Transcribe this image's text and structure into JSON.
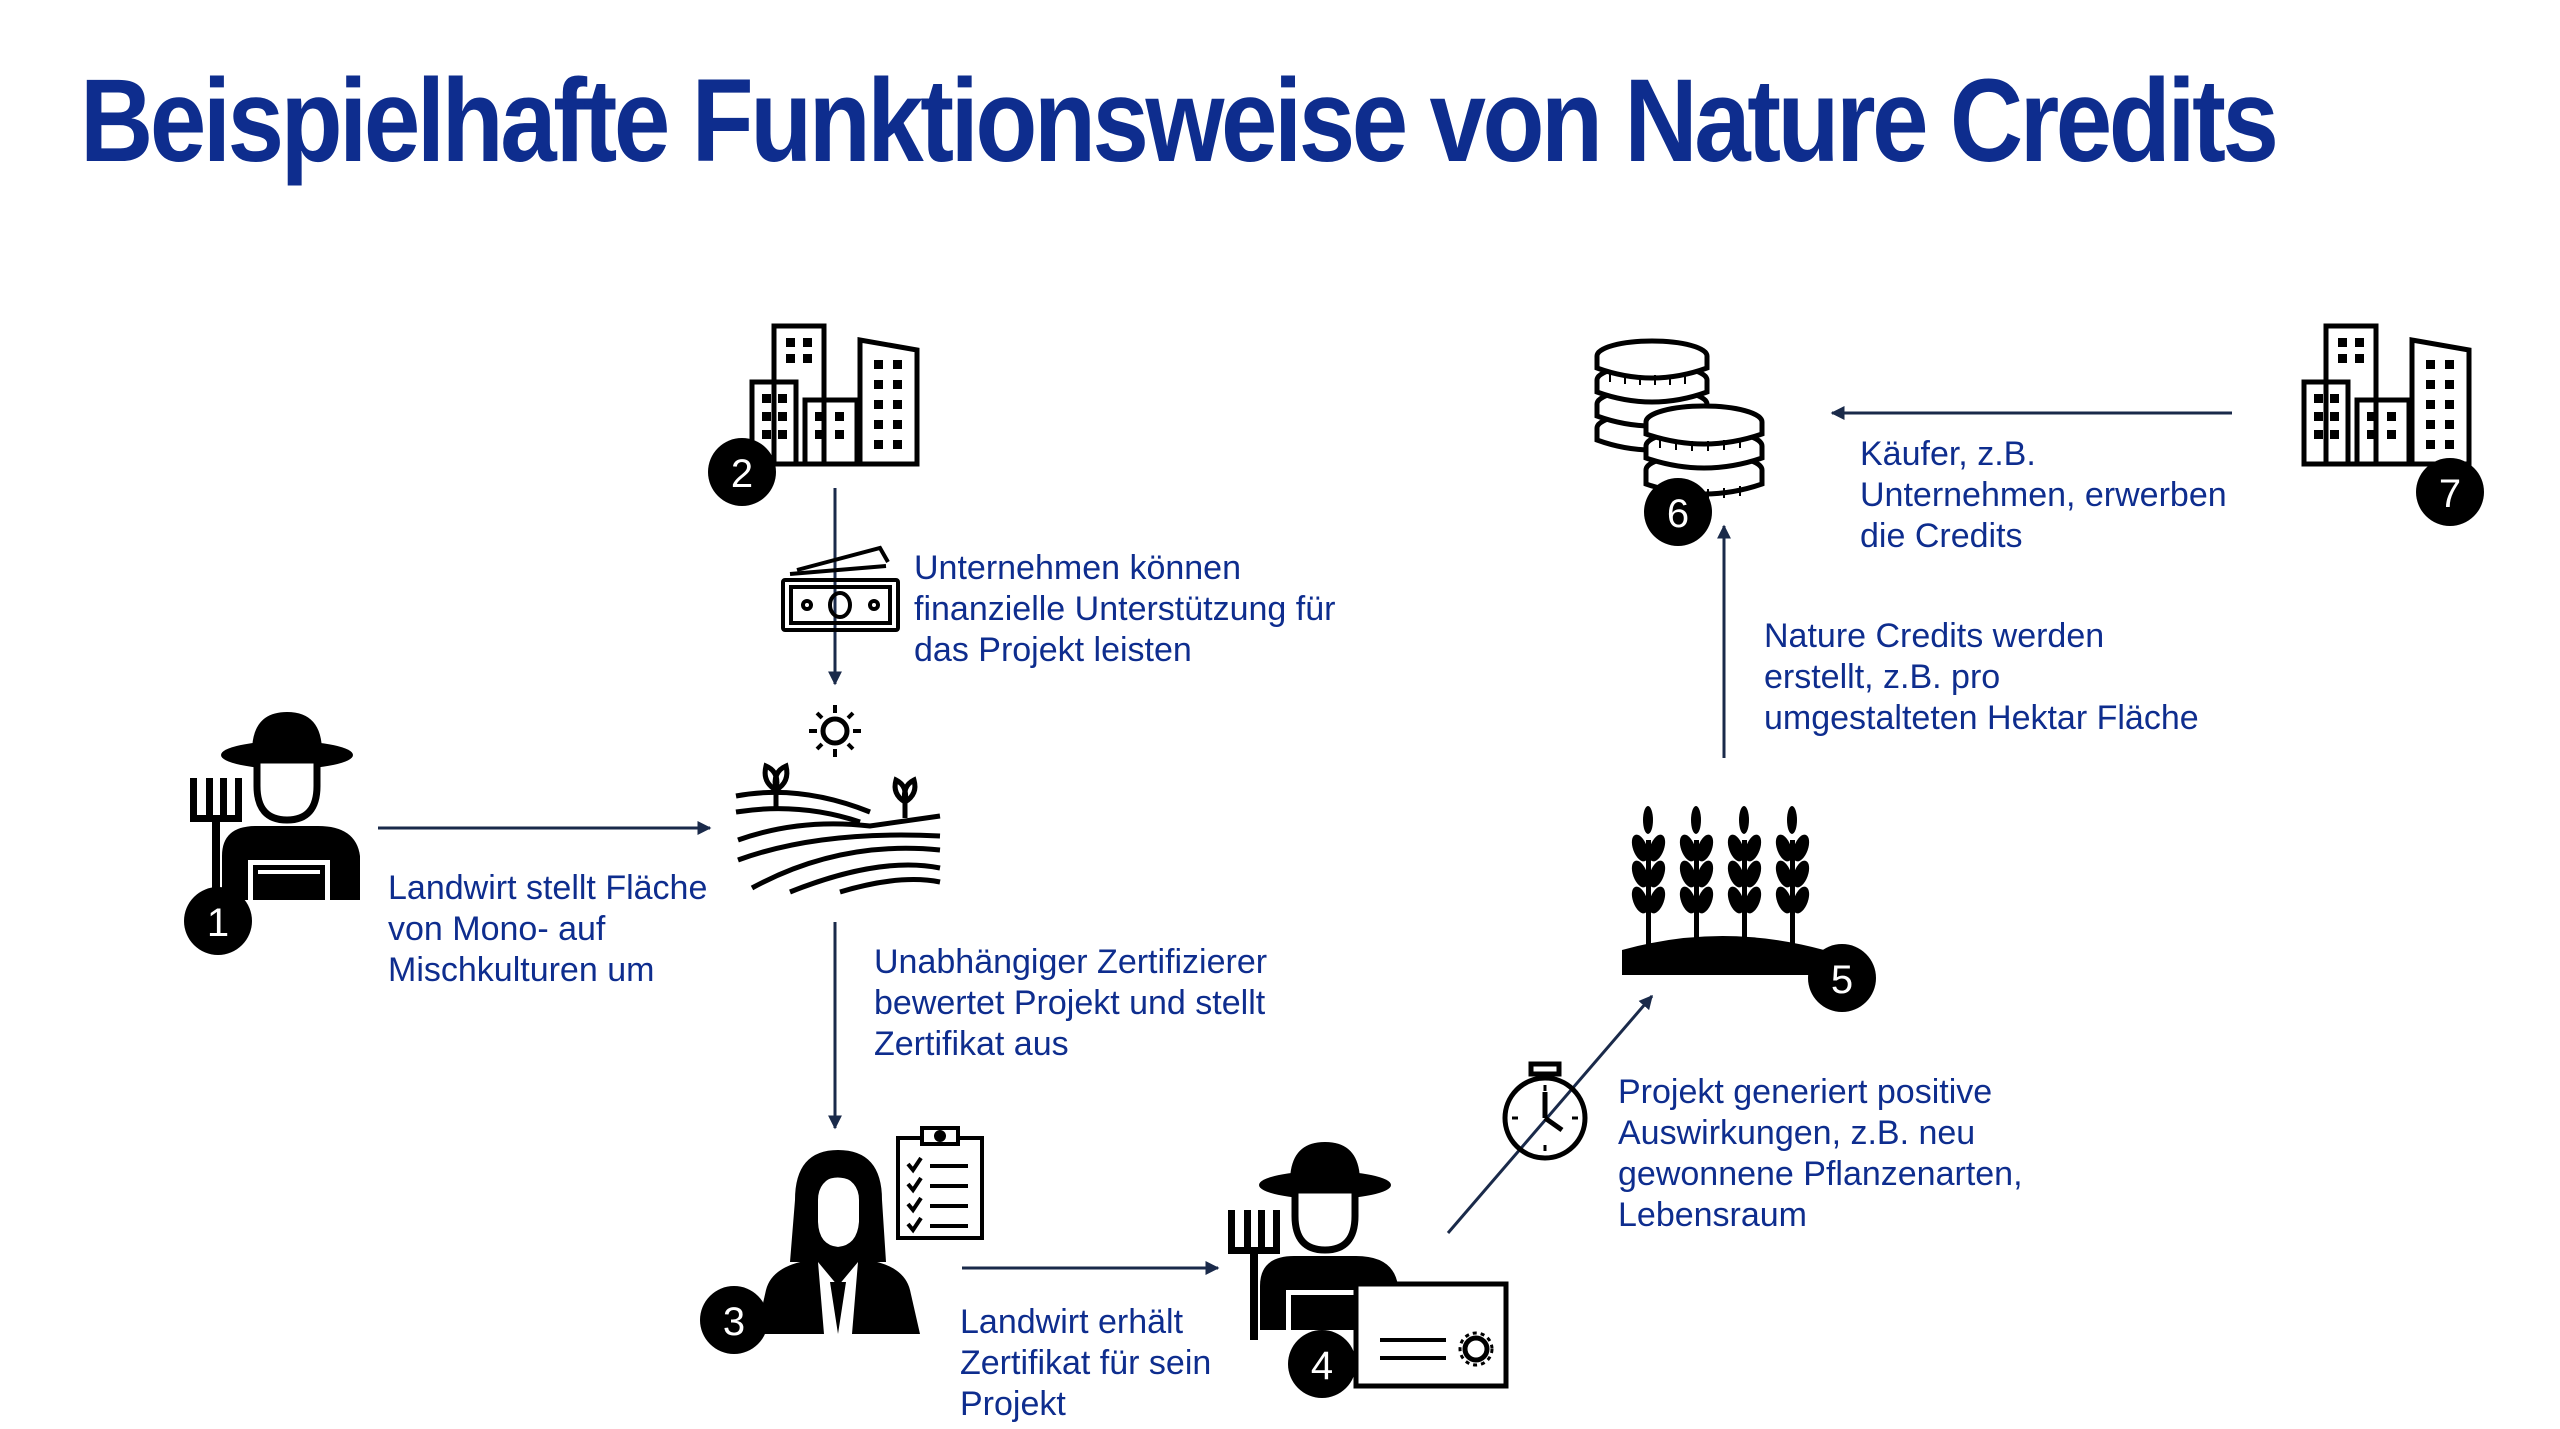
{
  "title": "Beispielhafte Funktionsweise von Nature Credits",
  "steps": [
    {
      "number": "1",
      "icon": "farmer-icon",
      "label_lines": [
        "Landwirt stellt Fläche",
        "von Mono- auf",
        "Mischkulturen um"
      ]
    },
    {
      "number": "2",
      "icon": "office-buildings-icon",
      "label_lines": [
        "Unternehmen können",
        "finanzielle Unterstützung für",
        "das Projekt leisten"
      ]
    },
    {
      "number": "3",
      "icon": "certifier-woman-icon",
      "label_lines": [
        "Unabhängiger Zertifizierer",
        "bewertet Projekt und stellt",
        "Zertifikat aus"
      ]
    },
    {
      "number": "4",
      "icon": "farmer-with-certificate-icon",
      "label_lines": [
        "Landwirt erhält",
        "Zertifikat für sein",
        "Projekt"
      ]
    },
    {
      "number": "5",
      "icon": "wheat-field-icon",
      "label_lines": [
        "Projekt generiert positive",
        "Auswirkungen, z.B. neu",
        "gewonnene Pflanzenarten,",
        "Lebensraum"
      ]
    },
    {
      "number": "6",
      "icon": "coins-icon",
      "label_lines": [
        "Nature Credits werden",
        "erstellt, z.B. pro",
        "umgestalteten Hektar Fläche"
      ]
    },
    {
      "number": "7",
      "icon": "office-buildings-icon",
      "label_lines": [
        "Käufer, z.B.",
        "Unternehmen, erwerben",
        "die Credits"
      ]
    }
  ],
  "colors": {
    "title": "#0e2d8e",
    "text": "#0e2d8e",
    "arrow": "#1a2a4a",
    "icon": "#000000",
    "badge": "#000000"
  }
}
